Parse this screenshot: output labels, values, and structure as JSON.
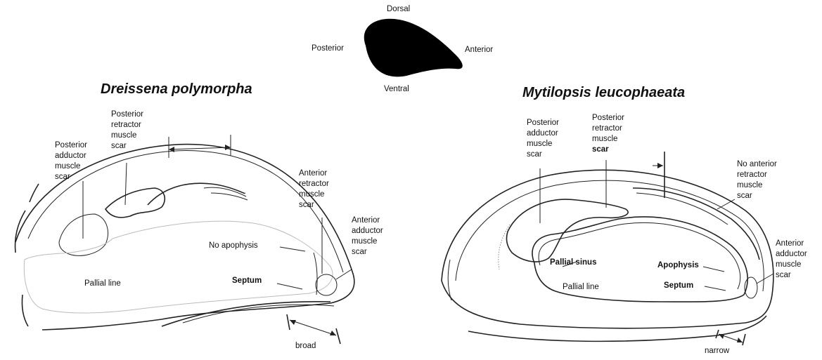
{
  "orientation": {
    "dorsal": "Dorsal",
    "ventral": "Ventral",
    "posterior": "Posterior",
    "anterior": "Anterior"
  },
  "dreissena": {
    "title": "Dreissena polymorpha",
    "posterior_adductor": [
      "Posterior",
      "adductor",
      "muscle",
      "scar"
    ],
    "posterior_retractor": [
      "Posterior",
      "retractor",
      "muscle",
      "scar"
    ],
    "anterior_retractor": [
      "Anterior",
      "retractor",
      "muscle",
      "scar"
    ],
    "anterior_adductor": [
      "Anterior",
      "adductor",
      "muscle",
      "scar"
    ],
    "no_apophysis": "No apophysis",
    "pallial_line": "Pallial line",
    "septum": "Septum",
    "broad": "broad"
  },
  "mytilopsis": {
    "title": "Mytilopsis leucophaeata",
    "posterior_adductor": [
      "Posterior",
      "adductor",
      "muscle",
      "scar"
    ],
    "posterior_retractor": [
      "Posterior",
      "retractor",
      "muscle",
      "scar"
    ],
    "no_anterior_retractor": [
      "No anterior",
      "retractor",
      "muscle",
      "scar"
    ],
    "anterior_adductor": [
      "Anterior",
      "adductor",
      "muscle",
      "scar"
    ],
    "pallial_sinus": "Pallial sinus",
    "apophysis": "Apophysis",
    "pallial_line": "Pallial line",
    "septum": "Septum",
    "narrow": "narrow"
  }
}
